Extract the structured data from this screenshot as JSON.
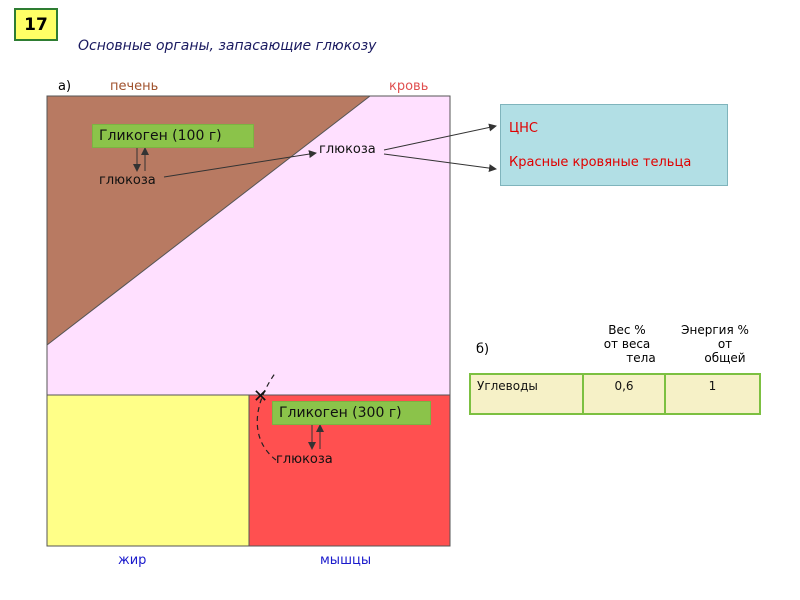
{
  "slide_number": "17",
  "title": "Основные органы, запасающие глюкозу",
  "part_a": {
    "label": "а)",
    "regions": {
      "liver": "печень",
      "blood": "кровь",
      "fat": "жир",
      "muscle": "мышцы"
    },
    "liver_glycogen": "Гликоген (100 г)",
    "liver_glucose": "глюкоза",
    "blood_glucose": "глюкоза",
    "muscle_glycogen": "Гликоген (300 г)",
    "muscle_glucose": "глюкоза",
    "blocked_mark": "✕",
    "targets": {
      "line1": "ЦНС",
      "line2": "Красные кровяные тельца"
    }
  },
  "part_b": {
    "label": "б)",
    "headers": {
      "weight": [
        "Вес %",
        "от веса",
        "тела"
      ],
      "energy": [
        "Энергия %",
        "от",
        "общей"
      ]
    },
    "row": {
      "name": "Углеводы",
      "weight": "0,6",
      "energy": "1"
    }
  },
  "colors": {
    "liver": "#b87a62",
    "blood": "#ffe0ff",
    "fat": "#ffff88",
    "muscle": "#ff5050",
    "glycogen_box": "#8bc34a",
    "cns_box": "#b2dfe5"
  }
}
